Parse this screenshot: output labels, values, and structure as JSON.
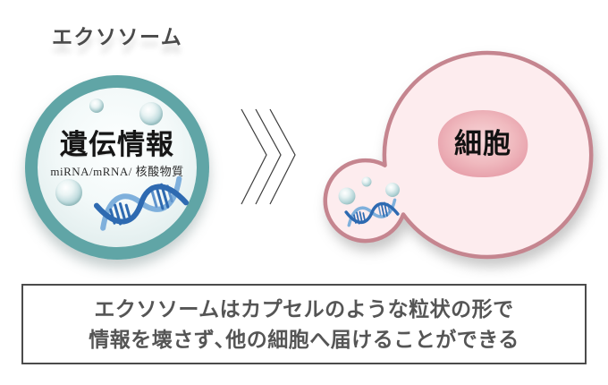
{
  "title": "エクソソーム",
  "exosome": {
    "label": "遺伝情報",
    "sublabel": "miRNA/mRNA/ 核酸物質",
    "bubble_icon": "liquid-droplet-sphere",
    "dna_icon": "dna-double-helix"
  },
  "arrow": {
    "icon": "triple-chevron-right"
  },
  "cell": {
    "label": "細胞",
    "vesicle_contents": [
      "bubbles",
      "dna-double-helix"
    ]
  },
  "caption": {
    "line1": "エクソソームはカプセルのような粒状の形で",
    "line2": "情報を壊さず､他の細胞へ届けることができる"
  },
  "colors": {
    "teal_ring": "#60a5a6",
    "exosome_fill": "#eef6f6",
    "cell_border": "#c5858f",
    "cell_fill": "#fdecee",
    "nucleus": "#e59aa6",
    "dna_dark": "#2e6ab1",
    "dna_light": "#7fb0dc",
    "heading_text": "#4a4a4a",
    "caption_text": "#555555"
  }
}
